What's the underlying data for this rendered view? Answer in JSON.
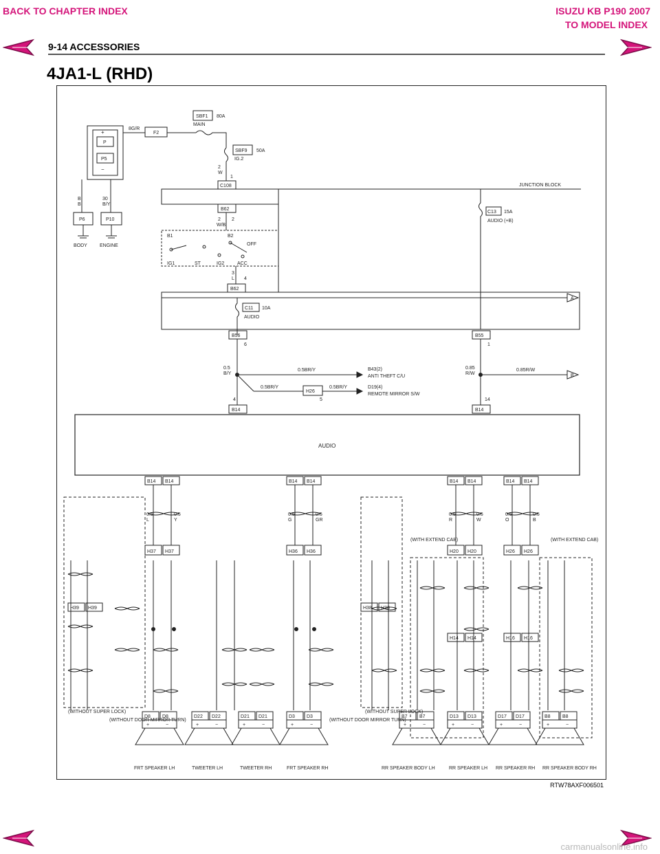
{
  "nav": {
    "back_label": "BACK TO CHAPTER INDEX",
    "model_title": "ISUZU KB P190 2007",
    "model_index_label": "TO MODEL INDEX"
  },
  "header": {
    "section": "9-14  ACCESSORIES"
  },
  "page_title": "4JA1-L (RHD)",
  "diagram": {
    "code": "RTW78AXF006501",
    "fuses": {
      "sbf1_name": "SBF1",
      "sbf1_main": "MAIN",
      "sbf1_rating": "80A",
      "sbf9_name": "SBF9",
      "sbf9_ig": "IG.2",
      "sbf9_rating": "50A",
      "c13_name": "C13",
      "c13_rating": "15A",
      "c13_desc": "AUDIO (+B)",
      "c11_name": "C11",
      "c11_rating": "10A",
      "c11_desc": "AUDIO"
    },
    "battery": {
      "plus": "+",
      "minus": "−",
      "p": "P",
      "p5": "P5",
      "f2": "F2",
      "wire": "8G/R"
    },
    "grounds": {
      "p6": "P6",
      "p10": "P10",
      "body": "BODY",
      "engine": "ENGINE",
      "wire_b": "B",
      "wire_b2": "B",
      "wire_by_size": "30",
      "wire_by": "B/Y"
    },
    "junction_block": "JUNCTION BLOCK",
    "connectors": {
      "c108": "C108",
      "b62a": "B62",
      "b62b": "B62",
      "b56": "B56",
      "b55": "B55",
      "b14_left": "B14",
      "b14_right": "B14",
      "h26": "H26"
    },
    "ignition": {
      "b1": "B1",
      "b2": "B2",
      "ig1": "IG1",
      "st": "ST",
      "ig2": "IG2",
      "acc": "ACC",
      "off": "OFF"
    },
    "wires_top": {
      "w_size": "2",
      "w_color": "W",
      "wb_size": "2",
      "wb_color": "W/B",
      "l_size": "3",
      "l_color": "L",
      "b_5_by": "0.5",
      "b_5_by_color": "B/Y",
      "br_y_size": "0.5",
      "br_y_color": "BR/Y",
      "rw_size": "0.85",
      "rw_color": "R/W",
      "rw_right": "0.85R/W",
      "br_y2": "0.5BR/Y",
      "br_y3": "0.5BR/Y",
      "br_y4": "0.5BR/Y"
    },
    "pin_numbers": {
      "p1": "1",
      "p2": "2",
      "p4": "4",
      "p6": "6",
      "p1b": "1",
      "p4b": "4",
      "p14": "14",
      "p5": "5"
    },
    "destinations": {
      "anti_theft_code": "B43(2)",
      "anti_theft": "ANTI THEFT C/U",
      "mirror_code": "D19(4)",
      "mirror": "REMOTE MIRROR S/W",
      "arrow_a": "A",
      "arrow_b": "B"
    },
    "audio_label": "AUDIO",
    "bottom_connectors": [
      "B14",
      "B14",
      "B14",
      "B14",
      "B14",
      "B14",
      "B14",
      "B14"
    ],
    "mid_connectors": [
      "H37",
      "H37",
      "H36",
      "H36",
      "H20",
      "H20",
      "H26",
      "H26"
    ],
    "lower_connectors": [
      "H39",
      "H39",
      "H38",
      "H38",
      "H14",
      "H14",
      "H16",
      "H16"
    ],
    "speaker_connectors": [
      "D8",
      "D8",
      "D22",
      "D22",
      "D21",
      "D21",
      "D3",
      "D3",
      "B7",
      "B7",
      "D13",
      "D13",
      "D17",
      "D17",
      "B8",
      "B8"
    ],
    "notes": {
      "without_super_lock_l": "(WITHOUT SUPER LOCK)",
      "without_mirror_turn_l": "(WITHOUT DOOR MIRROR TURN)",
      "without_super_lock_r": "(WITHOUT SUPER LOCK)",
      "without_mirror_turn_r": "(WITHOUT DOOR MIRROR TURN)",
      "with_extend_cab_l": "(WITH EXTEND CAB)",
      "with_extend_cab_r": "(WITH EXTEND CAB)"
    },
    "speaker_labels": {
      "frt_lh": "FRT SPEAKER LH",
      "tweeter_lh": "TWEETER LH",
      "tweeter_rh": "TWEETER RH",
      "frt_rh": "FRT SPEAKER RH",
      "rr_body_lh": "RR SPEAKER BODY LH",
      "rr_lh": "RR SPEAKER LH",
      "rr_rh": "RR SPEAKER RH",
      "rr_body_rh": "RR SPEAKER BODY RH"
    },
    "wire_sizes": [
      "0.5",
      "0.5",
      "0.5",
      "0.5",
      "0.5",
      "0.5",
      "0.5",
      "0.5"
    ],
    "wire_colors_top": [
      "L",
      "Y",
      "G",
      "GR",
      "R",
      "W",
      "O",
      "B"
    ]
  },
  "watermark": "carmanualsonline.info"
}
